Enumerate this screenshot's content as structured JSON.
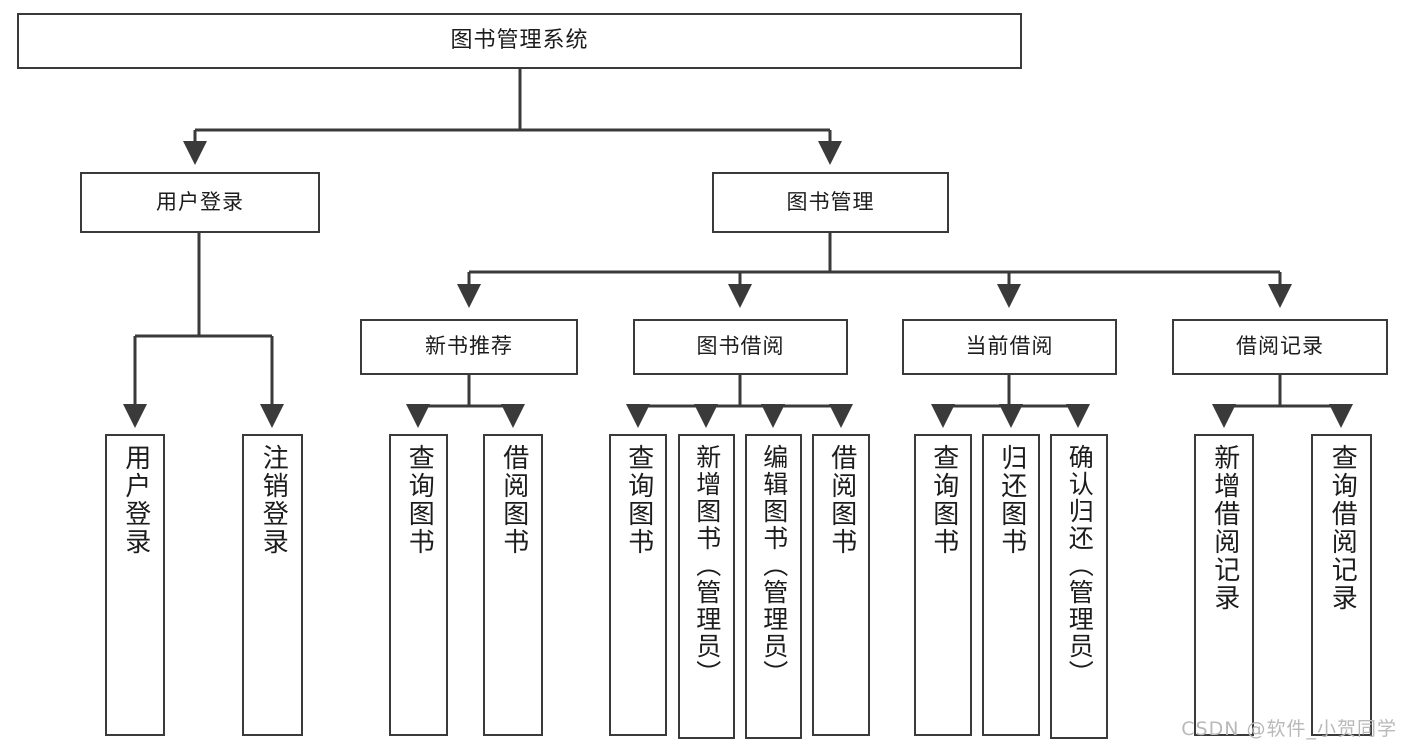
{
  "diagram": {
    "title": "图书管理系统",
    "type": "tree",
    "watermark": "CSDN @软件_小贺同学",
    "colors": {
      "background": "#ffffff",
      "stroke": "#3a3a3a",
      "text": "#1c1c1c",
      "watermark": "#b9b9b9"
    },
    "root": {
      "label": "图书管理系统"
    },
    "level2": [
      {
        "label": "用户登录"
      },
      {
        "label": "图书管理"
      }
    ],
    "level3": [
      {
        "label": "新书推荐"
      },
      {
        "label": "图书借阅"
      },
      {
        "label": "当前借阅"
      },
      {
        "label": "借阅记录"
      }
    ],
    "leaves": {
      "user_login": [
        {
          "label": "用户登录"
        },
        {
          "label": "注销登录"
        }
      ],
      "new_book_recommend": [
        {
          "label": "查询图书"
        },
        {
          "label": "借阅图书"
        }
      ],
      "book_borrow": [
        {
          "label": "查询图书"
        },
        {
          "label": "新增图书（管理员）"
        },
        {
          "label": "编辑图书（管理员）"
        },
        {
          "label": "借阅图书"
        }
      ],
      "current_borrow": [
        {
          "label": "查询图书"
        },
        {
          "label": "归还图书"
        },
        {
          "label": "确认归还（管理员）"
        }
      ],
      "borrow_record": [
        {
          "label": "新增借阅记录"
        },
        {
          "label": "查询借阅记录"
        }
      ]
    }
  }
}
